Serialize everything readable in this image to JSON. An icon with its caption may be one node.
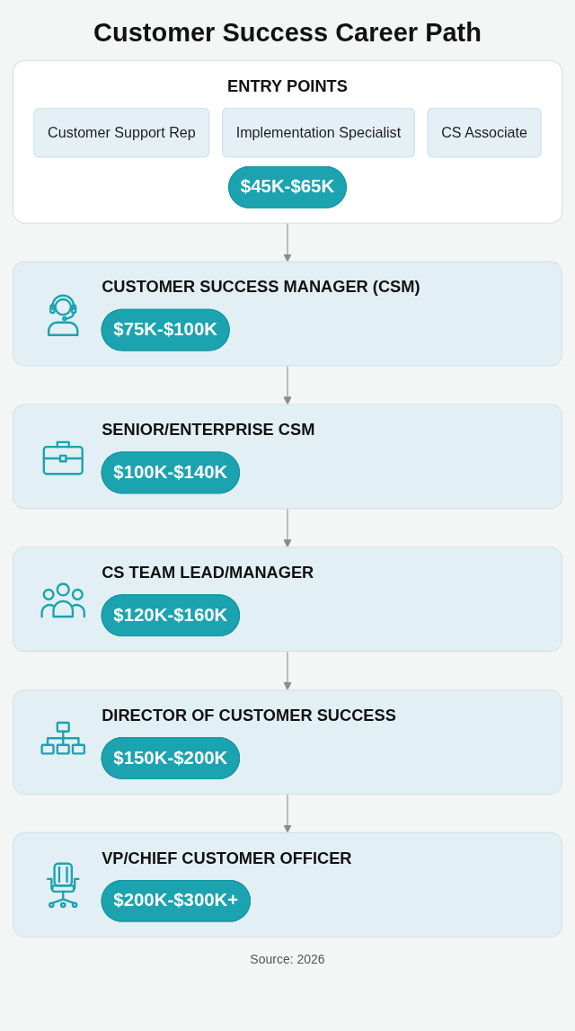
{
  "diagram": {
    "title": "Customer Success Career Path",
    "nodes": [
      {
        "text": [
          "ENTRY POINTS"
        ]
      },
      {
        "text": [
          "Customer Support Rep"
        ],
        "in": 0
      },
      {
        "text": [
          "Implementation Specialist"
        ],
        "in": 0
      },
      {
        "text": [
          "CS Associate"
        ],
        "in": 0
      },
      {
        "text": [
          "$45K-$65K"
        ],
        "in": 0
      },
      {
        "text": [
          "CUSTOMER SUCCESS MANAGER (CSM)"
        ]
      },
      {
        "text": [
          "$75K-$100K"
        ],
        "in": 5
      },
      {
        "text": [
          "SENIOR/ENTERPRISE CSM"
        ]
      },
      {
        "text": [
          "$100K-$140K"
        ],
        "in": 7
      },
      {
        "text": [
          "CS TEAM LEAD/MANAGER"
        ]
      },
      {
        "text": [
          "$120K-$160K"
        ],
        "in": 9
      },
      {
        "text": [
          "DIRECTOR OF CUSTOMER SUCCESS"
        ]
      },
      {
        "text": [
          "$150K-$200K"
        ],
        "in": 11
      },
      {
        "text": [
          "VP/CHIEF CUSTOMER OFFICER"
        ]
      },
      {
        "text": [
          "$200K-$300K+"
        ],
        "in": 13
      }
    ],
    "edges": [
      {
        "from": 0,
        "to": 5,
        "arrow": "to"
      },
      {
        "from": 5,
        "to": 7,
        "arrow": "to"
      },
      {
        "from": 7,
        "to": 9,
        "arrow": "to"
      },
      {
        "from": 9,
        "to": 11,
        "arrow": "to"
      },
      {
        "from": 11,
        "to": 13,
        "arrow": "to"
      }
    ],
    "caption": "Source: 2026"
  }
}
